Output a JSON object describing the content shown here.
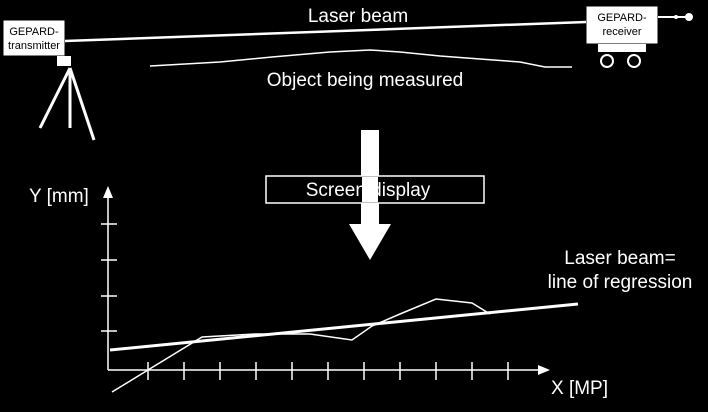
{
  "colors": {
    "background": "#000000",
    "foreground": "#ffffff"
  },
  "icons": {
    "transmitter": "gepard-transmitter-icon",
    "receiver": "gepard-receiver-icon",
    "arrow": "down-arrow-icon"
  },
  "top_scene": {
    "transmitter_line1": "GEPARD-",
    "transmitter_line2": "transmitter",
    "receiver_line1": "GEPARD-",
    "receiver_line2": "receiver",
    "laser_beam_label": "Laser beam",
    "object_label": "Object being measured"
  },
  "transition": {
    "screen_display_label": "Screen display"
  },
  "plot": {
    "ylabel": "Y [mm]",
    "xlabel": "X [MP]",
    "regression_label_line1": "Laser beam=",
    "regression_label_line2": "line of regression"
  }
}
